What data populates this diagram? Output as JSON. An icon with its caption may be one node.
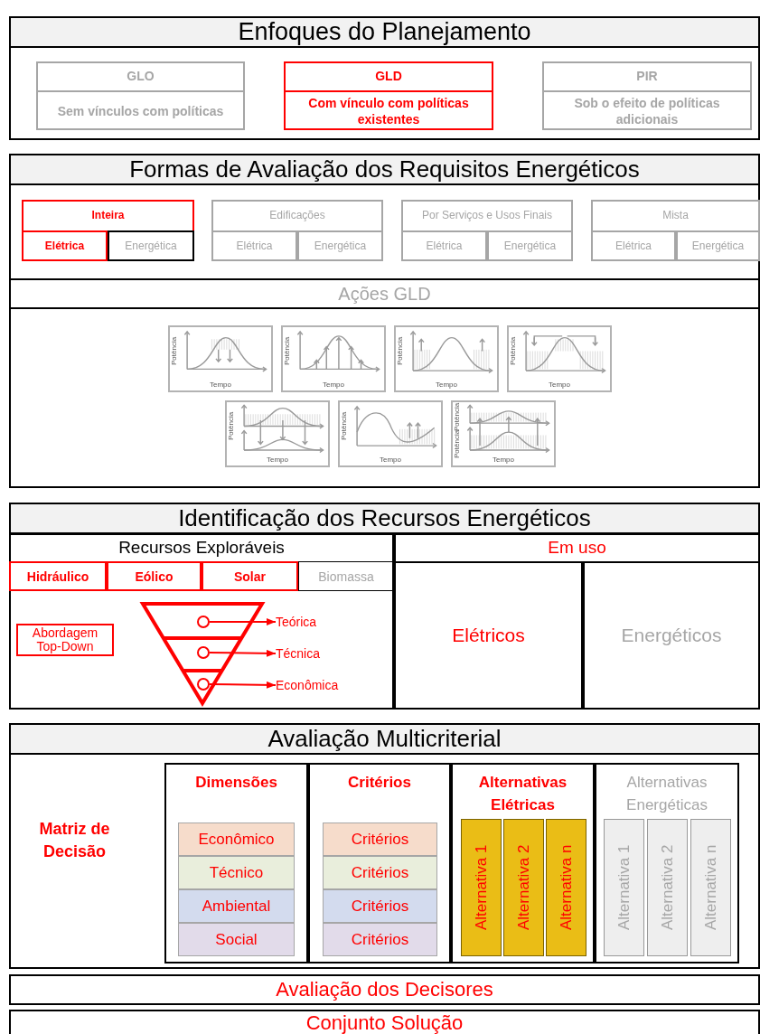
{
  "diagram": {
    "nodes": [
      {
        "text": [
          "Enfoques do Planejamento"
        ]
      },
      {
        "text": [
          "GLO",
          "Sem vínculos com políticas"
        ],
        "in": 0
      },
      {
        "text": [
          "GLD",
          "Com vínculo com políticas existentes"
        ],
        "in": 0
      },
      {
        "text": [
          "PIR",
          "Sob o efeito de políticas adicionais"
        ],
        "in": 0
      },
      {
        "text": [
          "Formas de Avaliação dos Requisitos Energéticos"
        ]
      },
      {
        "text": [
          "Inteira"
        ],
        "in": 4
      },
      {
        "text": [
          "Elétrica"
        ],
        "in": 5
      },
      {
        "text": [
          "Energética"
        ],
        "in": 5
      },
      {
        "text": [
          "Edificações"
        ],
        "in": 4
      },
      {
        "text": [
          "Elétrica"
        ],
        "in": 8
      },
      {
        "text": [
          "Energética"
        ],
        "in": 8
      },
      {
        "text": [
          "Por Serviços e Usos Finais"
        ],
        "in": 4
      },
      {
        "text": [
          "Elétrica"
        ],
        "in": 11
      },
      {
        "text": [
          "Energética"
        ],
        "in": 11
      },
      {
        "text": [
          "Mista"
        ],
        "in": 4
      },
      {
        "text": [
          "Elétrica"
        ],
        "in": 14
      },
      {
        "text": [
          "Energética"
        ],
        "in": 14
      },
      {
        "text": [
          "Ações GLD"
        ],
        "in": 4
      },
      {
        "text": [
          "Potência",
          "Tempo"
        ],
        "in": 17
      },
      {
        "text": [
          "Potência",
          "Tempo"
        ],
        "in": 17
      },
      {
        "text": [
          "Potência",
          "Tempo"
        ],
        "in": 17
      },
      {
        "text": [
          "Potência",
          "Tempo"
        ],
        "in": 17
      },
      {
        "text": [
          "Potência",
          "Tempo"
        ],
        "in": 17
      },
      {
        "text": [
          "Potência",
          "Tempo"
        ],
        "in": 17
      },
      {
        "text": [
          "Potência",
          "Potência",
          "Tempo"
        ],
        "in": 17
      },
      {
        "text": [
          "Identificação dos Recursos Energéticos"
        ]
      },
      {
        "text": [
          "Recursos Exploráveis"
        ],
        "in": 25
      },
      {
        "text": [
          "Hidráulico"
        ],
        "in": 26
      },
      {
        "text": [
          "Eólico"
        ],
        "in": 26
      },
      {
        "text": [
          "Solar"
        ],
        "in": 26
      },
      {
        "text": [
          "Biomassa"
        ],
        "in": 26
      },
      {
        "text": [
          "Abordagem Top-Down"
        ],
        "in": 26
      },
      {
        "text": [],
        "shape": "circle",
        "in": 26
      },
      {
        "text": [],
        "shape": "circle",
        "in": 26
      },
      {
        "text": [],
        "shape": "circle",
        "in": 26
      },
      {
        "text": [
          "Teórica"
        ],
        "in": 26
      },
      {
        "text": [
          "Técnica"
        ],
        "in": 26
      },
      {
        "text": [
          "Econômica"
        ],
        "in": 26
      },
      {
        "text": [
          "Em uso"
        ],
        "in": 25
      },
      {
        "text": [
          "Elétricos"
        ],
        "in": 38
      },
      {
        "text": [
          "Energéticos"
        ],
        "in": 38
      },
      {
        "text": [
          "Avaliação Multicriterial"
        ]
      },
      {
        "text": [
          "Dimensões"
        ],
        "in": 41
      },
      {
        "text": [
          "Econômico"
        ],
        "in": 42
      },
      {
        "text": [
          "Técnico"
        ],
        "in": 42
      },
      {
        "text": [
          "Ambiental"
        ],
        "in": 42
      },
      {
        "text": [
          "Social"
        ],
        "in": 42
      },
      {
        "text": [
          "Critérios"
        ],
        "in": 41
      },
      {
        "text": [
          "Critérios"
        ],
        "in": 47
      },
      {
        "text": [
          "Critérios"
        ],
        "in": 47
      },
      {
        "text": [
          "Critérios"
        ],
        "in": 47
      },
      {
        "text": [
          "Critérios"
        ],
        "in": 47
      },
      {
        "text": [
          "Alternativas Elétricas"
        ],
        "in": 41
      },
      {
        "text": [
          "Alternativa 1"
        ],
        "in": 52
      },
      {
        "text": [
          "Alternativa 2"
        ],
        "in": 52
      },
      {
        "text": [
          "Alternativa n"
        ],
        "in": 52
      },
      {
        "text": [
          "Alternativas Energéticas"
        ],
        "in": 41
      },
      {
        "text": [
          "Alternativa 1"
        ],
        "in": 56
      },
      {
        "text": [
          "Alternativa 2"
        ],
        "in": 56
      },
      {
        "text": [
          "Alternativa n"
        ],
        "in": 56
      },
      {
        "text": [
          "Avaliação dos Decisores"
        ]
      },
      {
        "text": [
          "Conjunto Solução"
        ]
      }
    ],
    "edges": [
      {
        "from": 32,
        "to": 35,
        "arrow": "to"
      },
      {
        "from": 33,
        "to": 36,
        "arrow": "to"
      },
      {
        "from": 34,
        "to": 37,
        "arrow": "to"
      }
    ],
    "labels": [
      "Matriz de Decisão"
    ]
  }
}
